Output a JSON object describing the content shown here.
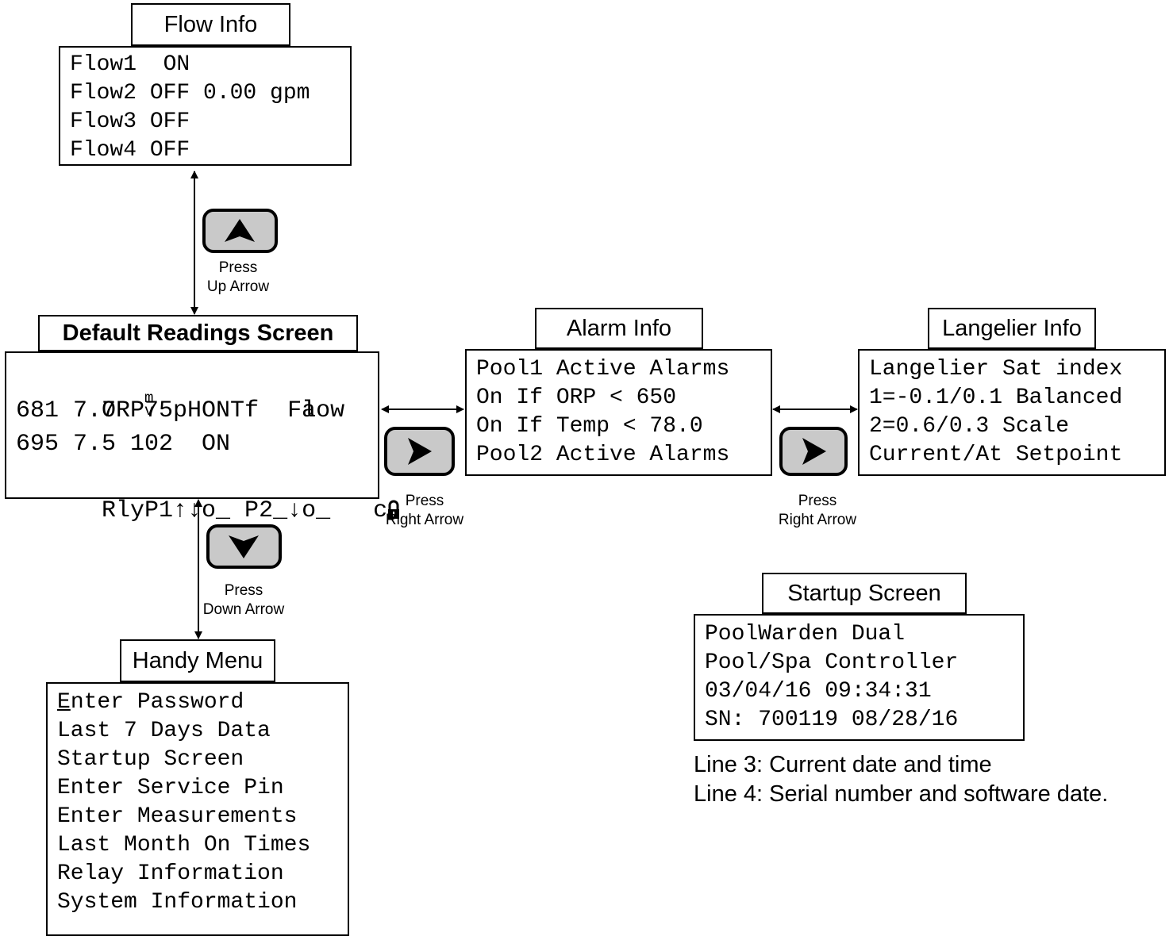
{
  "flow_info": {
    "title": "Flow Info",
    "lines": [
      "Flow1  ON",
      "Flow2 OFF 0.00 gpm",
      "Flow3 OFF",
      "Flow4 OFF"
    ]
  },
  "up_key": {
    "icon": "up-arrow-icon",
    "caption_1": "Press",
    "caption_2": "Up Arrow"
  },
  "default_readings": {
    "title": "Default Readings Screen",
    "line1": "ORP",
    "mv_top": "m",
    "mv_bottom": "v",
    "line1_rest": " pH  Tf  Flow",
    "line2": "681 7.7  75  ON     a",
    "line3": "695 7.5 102  ON",
    "line4": "RlyP1↑↓o_ P2_↓o_   c",
    "lock_icon": "lock-icon"
  },
  "down_key": {
    "icon": "down-arrow-icon",
    "caption_1": "Press",
    "caption_2": "Down Arrow"
  },
  "right_key_1": {
    "icon": "right-arrow-icon",
    "caption_1": "Press",
    "caption_2": "Right Arrow"
  },
  "right_key_2": {
    "icon": "right-arrow-icon",
    "caption_1": "Press",
    "caption_2": "Right Arrow"
  },
  "alarm_info": {
    "title": "Alarm Info",
    "lines": [
      "Pool1 Active Alarms",
      "On If ORP < 650",
      "On If Temp < 78.0",
      "Pool2 Active Alarms"
    ]
  },
  "langelier_info": {
    "title": "Langelier Info",
    "lines": [
      "Langelier Sat index",
      "1=-0.1/0.1 Balanced",
      "2=0.6/0.3 Scale",
      "Current/At Setpoint"
    ]
  },
  "handy_menu": {
    "title": "Handy Menu",
    "first_letter": "E",
    "first_rest": "nter Password",
    "lines": [
      "Last 7 Days Data",
      "Startup Screen",
      "Enter Service Pin",
      "Enter Measurements",
      "Last Month On Times",
      "Relay Information",
      "System Information"
    ]
  },
  "startup_screen": {
    "title": "Startup Screen",
    "lines": [
      "PoolWarden Dual",
      "Pool/Spa Controller",
      "03/04/16 09:34:31",
      "SN: 700119 08/28/16"
    ]
  },
  "notes": {
    "line3": "Line 3: Current date and time",
    "line4": "Line 4: Serial number and software date."
  }
}
